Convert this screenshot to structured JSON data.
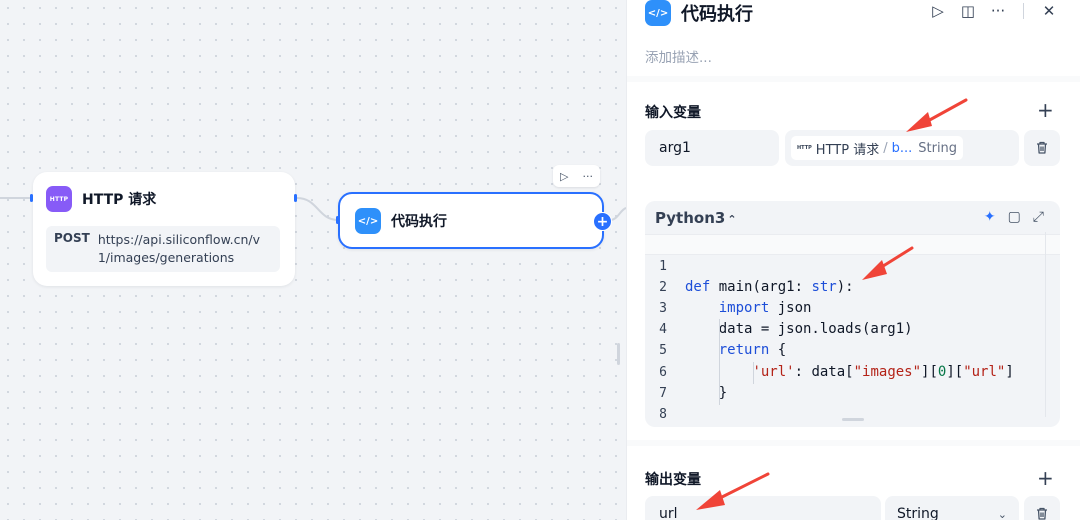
{
  "canvas": {
    "http_node": {
      "icon_label": "HTTP",
      "title": "HTTP 请求",
      "method": "POST",
      "url": "https://api.siliconflow.cn/v1/images/generations"
    },
    "code_node": {
      "icon_label": "</>",
      "title": "代码执行"
    },
    "toolbar": {
      "run_icon": "▷",
      "more_icon": "···"
    }
  },
  "panel": {
    "header": {
      "icon_label": "</>",
      "title": "代码执行",
      "actions": {
        "run": "▷",
        "book": "◫",
        "more": "···",
        "close": "✕"
      }
    },
    "description_placeholder": "添加描述...",
    "inputs": {
      "label": "输入变量",
      "add": "+",
      "variables": [
        {
          "name": "arg1",
          "source_node_icon": "HTTP",
          "source_node": "HTTP 请求",
          "source_var": "b...",
          "type": "String"
        }
      ]
    },
    "code": {
      "language": "Python3",
      "language_caret": "⌃",
      "tools": {
        "ai": "✦",
        "copy": "▢",
        "expand": "⤢"
      },
      "lines": [
        {
          "n": "1",
          "text": ""
        },
        {
          "n": "2",
          "text": "def main(arg1: str):"
        },
        {
          "n": "3",
          "text": "    import json"
        },
        {
          "n": "4",
          "text": "    data = json.loads(arg1)"
        },
        {
          "n": "5",
          "text": "    return {"
        },
        {
          "n": "6",
          "text": "        'url': data[\"images\"][0][\"url\"]"
        },
        {
          "n": "7",
          "text": "    }"
        },
        {
          "n": "8",
          "text": ""
        }
      ]
    },
    "outputs": {
      "label": "输出变量",
      "add": "+",
      "variables": [
        {
          "name": "url",
          "type": "String"
        }
      ]
    }
  },
  "colors": {
    "accent": "#2970ff",
    "http_icon": "#875bf7",
    "code_icon": "#2e90fa",
    "annotation_arrow": "#f04438"
  }
}
